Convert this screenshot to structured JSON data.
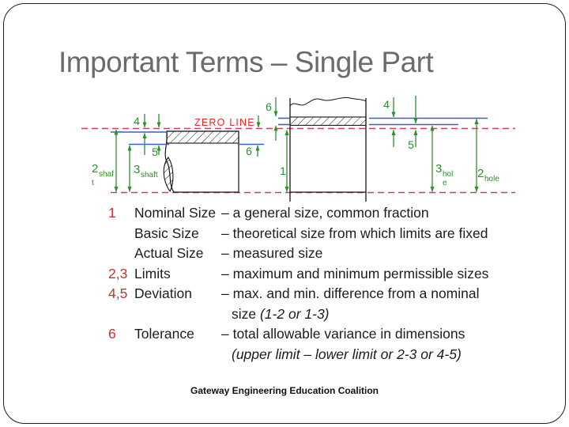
{
  "slide": {
    "title": "Important Terms – Single Part",
    "footer": "Gateway Engineering Education Coalition"
  },
  "diagram": {
    "zero_line_label": "ZERO LINE",
    "shaft": {
      "dim4": "4",
      "dim5": "5",
      "dim6": "6",
      "size2": {
        "base": "2",
        "sub1": "shaf",
        "sub2": "t"
      },
      "size3": {
        "base": "3",
        "sub1": "shaft"
      }
    },
    "hole": {
      "dim6": "6",
      "dim1": "1",
      "dim4": "4",
      "dim5": "5",
      "size3": {
        "base": "3",
        "sub1": "hol",
        "sub2": "e"
      },
      "size2": {
        "base": "2",
        "sub1": "hole"
      }
    }
  },
  "definitions": {
    "rows": [
      {
        "num": "1",
        "term": "Nominal Size",
        "def": "– a general size, common fraction"
      },
      {
        "num": "",
        "term": "Basic Size",
        "def": "– theoretical size from which limits are fixed"
      },
      {
        "num": "",
        "term": "Actual Size",
        "def": "– measured size"
      },
      {
        "num": "2,3",
        "term": "Limits",
        "def": "– maximum and minimum permissible sizes"
      },
      {
        "num": "4,5",
        "term": "Deviation",
        "def": "– max. and min. difference from a nominal",
        "def_line2": "size ",
        "def_line2_italic": "(1-2 or 1-3)"
      },
      {
        "num": "6",
        "term": "Tolerance",
        "def": "– total allowable variance in dimensions",
        "def_line2": "",
        "def_line2_italic": "(upper limit – lower limit or 2-3 or 4-5)"
      }
    ]
  },
  "colors": {
    "title-gray": "#6b6b6b",
    "green": "#2e8f2e",
    "blue": "#3a62b8",
    "dash-red": "#cd3f5e",
    "label-red": "#e02a2a",
    "number-red": "#c43333",
    "text-black": "#1c1c1c"
  }
}
